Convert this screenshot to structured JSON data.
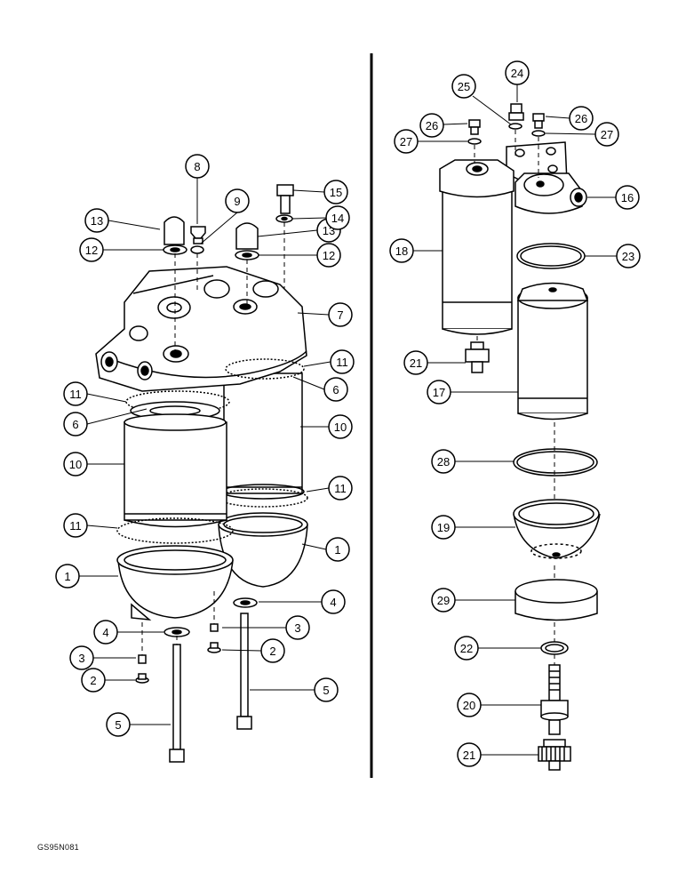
{
  "callouts": [
    {
      "label": "1"
    },
    {
      "label": "1"
    },
    {
      "label": "2"
    },
    {
      "label": "2"
    },
    {
      "label": "3"
    },
    {
      "label": "3"
    },
    {
      "label": "4"
    },
    {
      "label": "4"
    },
    {
      "label": "5"
    },
    {
      "label": "5"
    },
    {
      "label": "6"
    },
    {
      "label": "6"
    },
    {
      "label": "7"
    },
    {
      "label": "8"
    },
    {
      "label": "9"
    },
    {
      "label": "10"
    },
    {
      "label": "10"
    },
    {
      "label": "11"
    },
    {
      "label": "11"
    },
    {
      "label": "11"
    },
    {
      "label": "11"
    },
    {
      "label": "12"
    },
    {
      "label": "12"
    },
    {
      "label": "13"
    },
    {
      "label": "13"
    },
    {
      "label": "14"
    },
    {
      "label": "15"
    },
    {
      "label": "16"
    },
    {
      "label": "17"
    },
    {
      "label": "18"
    },
    {
      "label": "19"
    },
    {
      "label": "20"
    },
    {
      "label": "21"
    },
    {
      "label": "21"
    },
    {
      "label": "22"
    },
    {
      "label": "23"
    },
    {
      "label": "24"
    },
    {
      "label": "25"
    },
    {
      "label": "26"
    },
    {
      "label": "26"
    },
    {
      "label": "27"
    },
    {
      "label": "27"
    },
    {
      "label": "28"
    },
    {
      "label": "29"
    }
  ],
  "drawing_code": "GS95N081"
}
